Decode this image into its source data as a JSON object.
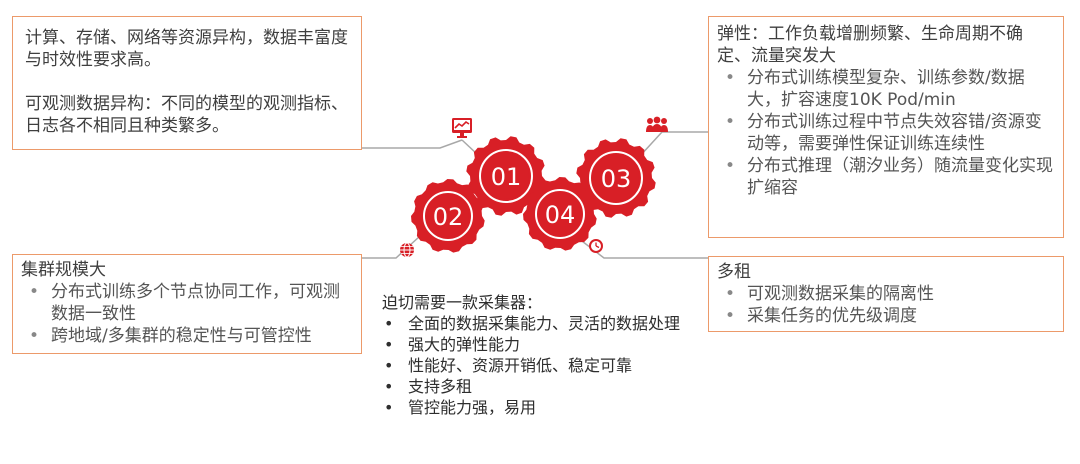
{
  "box_top_left": {
    "line1": "计算、存储、网络等资源异构，数据丰富度与时效性要求高。",
    "line2": "可观测数据异构：不同的模型的观测指标、日志各不相同且种类繁多。"
  },
  "box_top_right": {
    "head": "弹性：工作负载增删频繁、生命周期不确定、流量突发大",
    "items": [
      "分布式训练模型复杂、训练参数/数据大，扩容速度10K Pod/min",
      "分布式训练过程中节点失效容错/资源变动等，需要弹性保证训练连续性",
      "分布式推理（潮汐业务）随流量变化实现扩缩容"
    ]
  },
  "box_bottom_left": {
    "head": "集群规模大",
    "items": [
      "分布式训练多个节点协同工作，可观测数据一致性",
      "跨地域/多集群的稳定性与可管控性"
    ]
  },
  "box_bottom_right": {
    "head": "多租",
    "items": [
      "可观测数据采集的隔离性",
      "采集任务的优先级调度"
    ]
  },
  "summary": {
    "head": "迫切需要一款采集器：",
    "items": [
      "全面的数据采集能力、灵活的数据处理",
      "强大的弹性能力",
      "性能好、资源开销低、稳定可靠",
      "支持多租",
      "管控能力强，易用"
    ]
  },
  "gears": [
    "01",
    "02",
    "03",
    "04"
  ],
  "icons": [
    "monitor-chart-icon",
    "globe-icon",
    "people-group-icon",
    "clock-icon"
  ],
  "colors": {
    "gear_red": "#d81f26",
    "box_border": "#ec9a6a",
    "connector_gray": "#a8a8a8"
  }
}
